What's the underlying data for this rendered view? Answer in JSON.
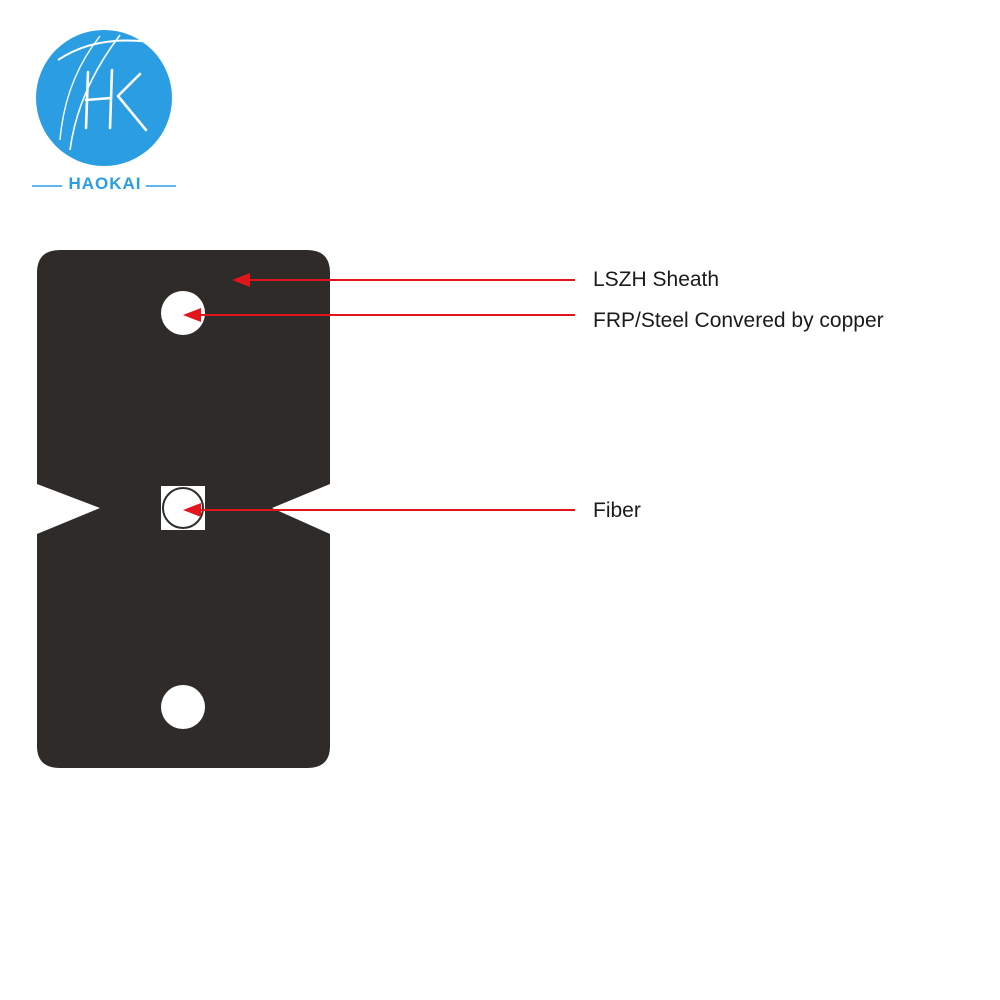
{
  "logo": {
    "monogram": "HK",
    "brand": "HAOKAI",
    "color": "#2a9de3"
  },
  "diagram": {
    "cable_color": "#2f2b28",
    "arrow_color": "#e2141c",
    "labels": {
      "sheath": "LSZH Sheath",
      "strength_member": "FRP/Steel Convered by copper",
      "fiber": "Fiber"
    }
  }
}
